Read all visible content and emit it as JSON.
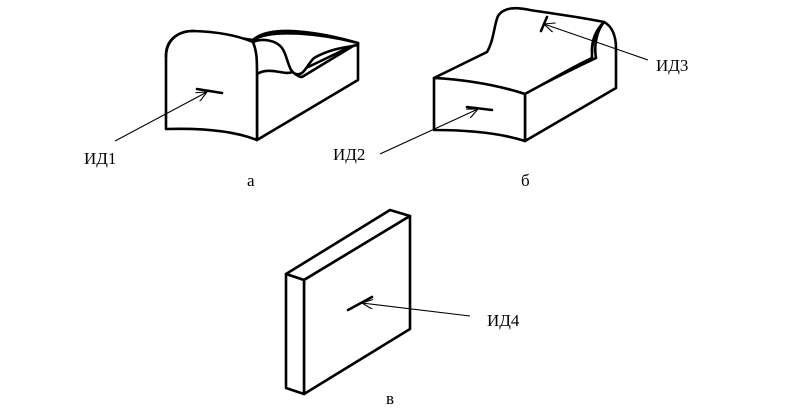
{
  "figures": [
    {
      "id": "a",
      "caption": "а",
      "defects": [
        {
          "label": "ИД1"
        }
      ]
    },
    {
      "id": "b",
      "caption": "б",
      "defects": [
        {
          "label": "ИД2"
        },
        {
          "label": "ИД3"
        }
      ]
    },
    {
      "id": "v",
      "caption": "в",
      "defects": [
        {
          "label": "ИД4"
        }
      ]
    }
  ],
  "colors": {
    "line": "#000000",
    "background": "#ffffff"
  }
}
